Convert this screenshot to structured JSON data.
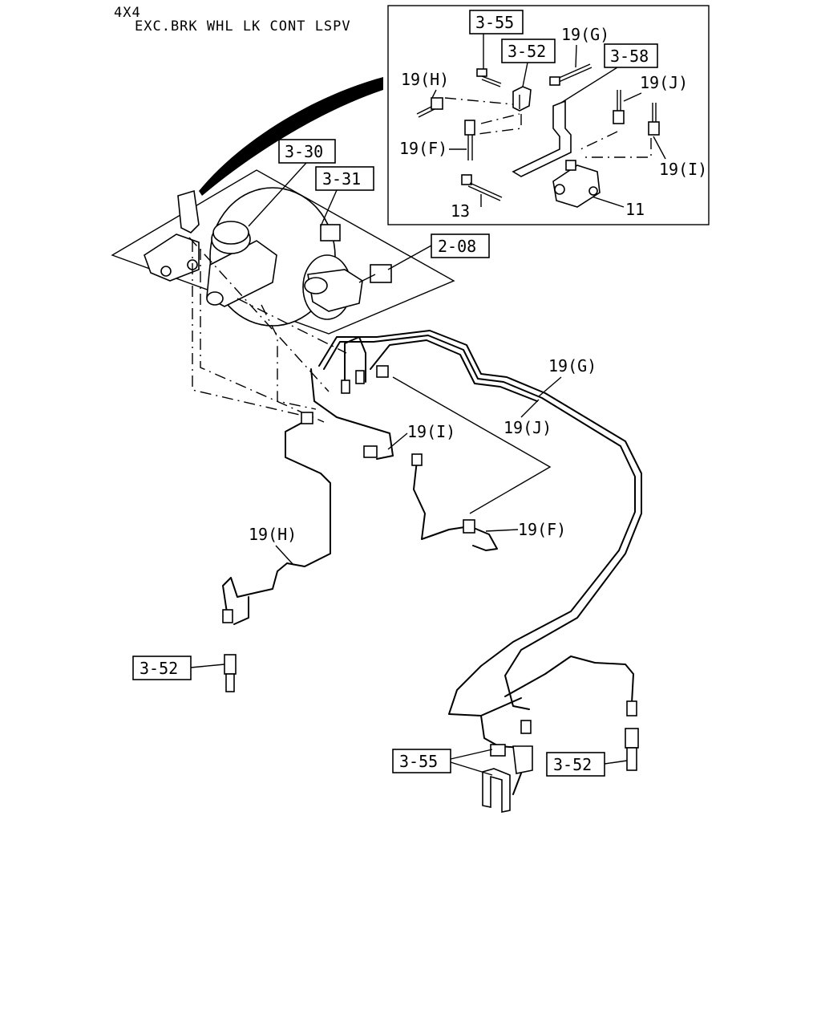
{
  "header": {
    "line1": "4X4",
    "line2": "EXC.BRK WHL LK CONT LSPV"
  },
  "inset": {
    "refs": {
      "r355": "3-55",
      "r352": "3-52",
      "r358": "3-58"
    },
    "labels": {
      "g": "19(G)",
      "h": "19(H)",
      "j": "19(J)",
      "f": "19(F)",
      "i": "19(I)",
      "bolt": "13",
      "valve": "11"
    }
  },
  "main": {
    "refs": {
      "r330": "3-30",
      "r331": "3-31",
      "r208": "2-08",
      "r352_left": "3-52",
      "r355_bottom": "3-55",
      "r352_right": "3-52"
    },
    "labels": {
      "g": "19(G)",
      "j": "19(J)",
      "i": "19(I)",
      "h": "19(H)",
      "f": "19(F)"
    }
  }
}
